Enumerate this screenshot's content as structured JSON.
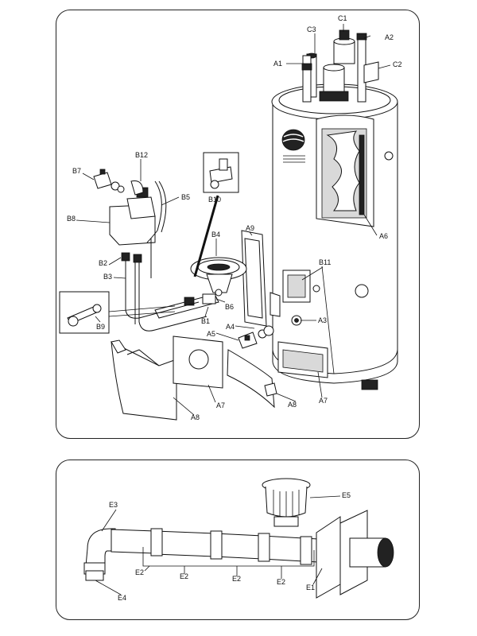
{
  "top_diagram": {
    "labels": {
      "C1": "C1",
      "C3": "C3",
      "A2": "A2",
      "A1": "A1",
      "C2": "C2",
      "B7": "B7",
      "B12": "B12",
      "B5": "B5",
      "B8": "B8",
      "B10": "B10",
      "A9": "A9",
      "B4": "B4",
      "B2": "B2",
      "B3": "B3",
      "B11": "B11",
      "A6": "A6",
      "B6": "B6",
      "B1": "B1",
      "B9": "B9",
      "A3": "A3",
      "A4": "A4",
      "A5": "A5",
      "A7a": "A7",
      "A7b": "A7",
      "A8a": "A8",
      "A8b": "A8"
    }
  },
  "bottom_diagram": {
    "labels": {
      "E3": "E3",
      "E5": "E5",
      "E2a": "E2",
      "E2b": "E2",
      "E2c": "E2",
      "E2d": "E2",
      "E1": "E1",
      "E4": "E4"
    }
  }
}
